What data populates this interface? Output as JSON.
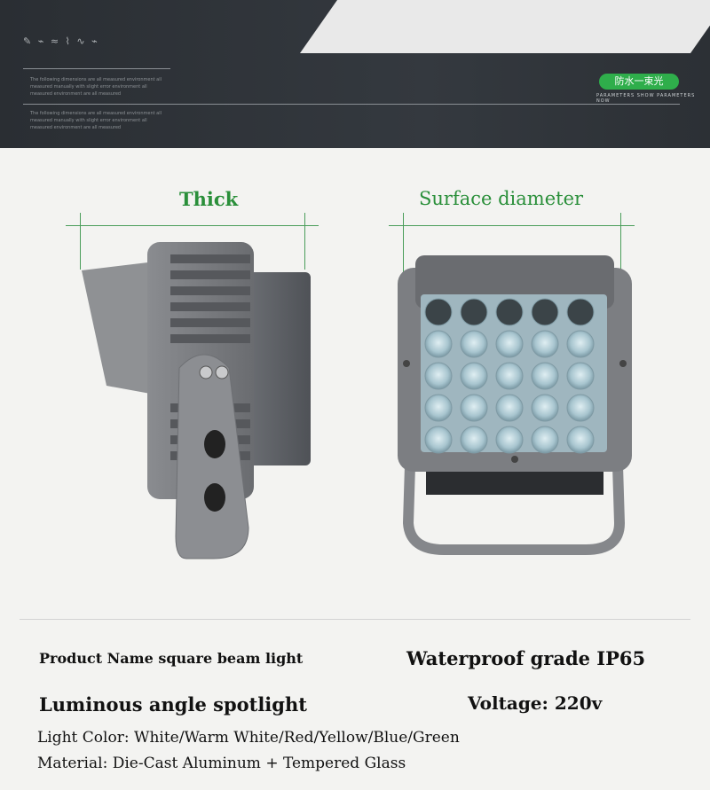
{
  "banner": {
    "badge": "防水一束光",
    "badge_sub": "PARAMETERS SHOW PARAMETERS NOW",
    "tiny_text_1": "The following dimensions are all measured  environment all measured  manually with slight error environment all measured  environment are all measured",
    "tiny_text_2": "The following dimensions are all measured  environment all measured  manually with slight error environment all measured  environment are all measured"
  },
  "diagram": {
    "thick_label": "Thick",
    "surface_label": "Surface diameter",
    "led_grid": {
      "rows": 5,
      "cols": 5
    }
  },
  "specs": {
    "product_name": "Product Name square beam light",
    "waterproof": "Waterproof grade IP65",
    "angle": "Luminous angle spotlight",
    "voltage": "Voltage: 220v",
    "light_color": "Light Color: White/Warm White/Red/Yellow/Blue/Green",
    "material": "Material: Die-Cast Aluminum + Tempered Glass"
  },
  "colors": {
    "accent_green": "#2a8f3a",
    "badge_green": "#2fae4b",
    "housing_gray": "#7a7c80"
  }
}
